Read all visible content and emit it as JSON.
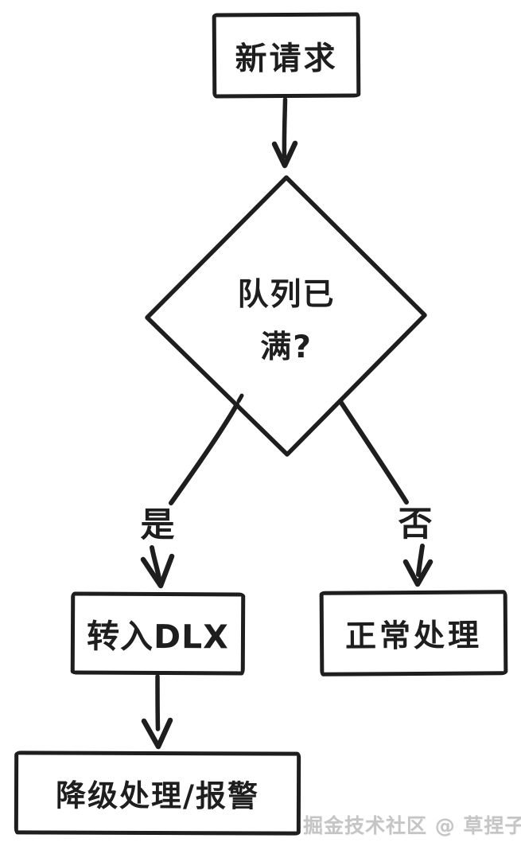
{
  "flowchart": {
    "nodes": {
      "start": {
        "label": "新请求"
      },
      "decision": {
        "line1": "队列已",
        "line2": "满?"
      },
      "dlx": {
        "label": "转入DLX"
      },
      "normal": {
        "label": "正常处理"
      },
      "degrade": {
        "label": "降级处理/报警"
      }
    },
    "branches": {
      "yes_label": "是",
      "no_label": "否"
    },
    "edges": [
      {
        "from": "start",
        "to": "decision",
        "label": ""
      },
      {
        "from": "decision",
        "to": "dlx",
        "label": "是"
      },
      {
        "from": "decision",
        "to": "normal",
        "label": "否"
      },
      {
        "from": "dlx",
        "to": "degrade",
        "label": ""
      }
    ]
  },
  "watermark": {
    "text": "掘金技术社区 @ 草捏子"
  },
  "colors": {
    "ink": "#1e1e1e",
    "bg": "#ffffff",
    "watermark": "#c5c5c5"
  }
}
